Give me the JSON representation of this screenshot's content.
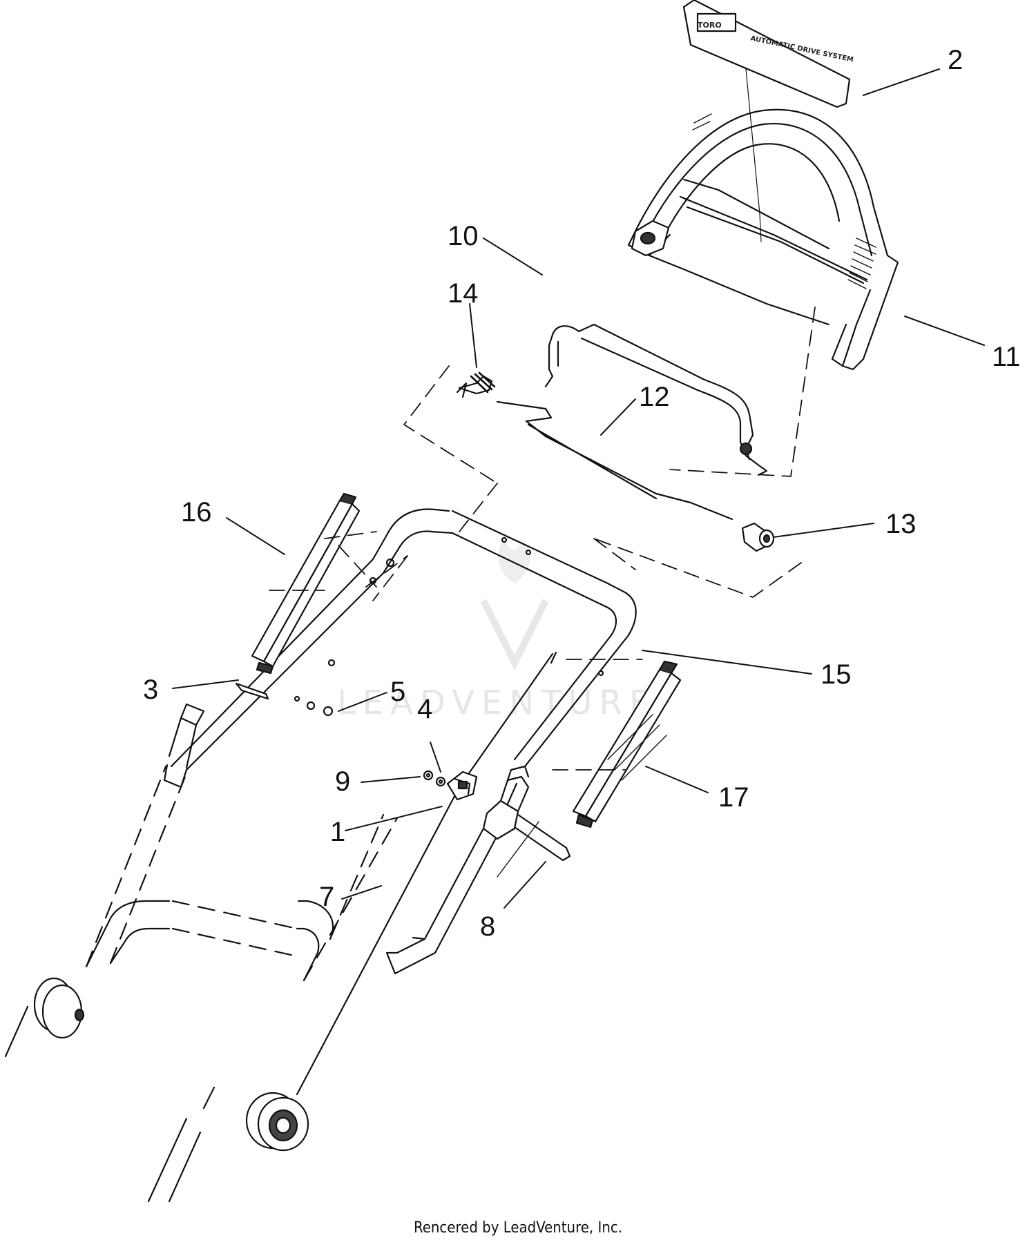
{
  "callouts": [
    {
      "id": "1",
      "label": "1"
    },
    {
      "id": "2",
      "label": "2"
    },
    {
      "id": "3",
      "label": "3"
    },
    {
      "id": "4",
      "label": "4"
    },
    {
      "id": "5",
      "label": "5"
    },
    {
      "id": "7",
      "label": "7"
    },
    {
      "id": "8",
      "label": "8"
    },
    {
      "id": "9",
      "label": "9"
    },
    {
      "id": "10",
      "label": "10"
    },
    {
      "id": "11",
      "label": "11"
    },
    {
      "id": "12",
      "label": "12"
    },
    {
      "id": "13",
      "label": "13"
    },
    {
      "id": "14",
      "label": "14"
    },
    {
      "id": "15",
      "label": "15"
    },
    {
      "id": "16",
      "label": "16"
    },
    {
      "id": "17",
      "label": "17"
    }
  ],
  "watermark": {
    "text": "LEADVENTURE"
  },
  "decal": {
    "brand": "TORO",
    "text": "AUTOMATIC DRIVE SYSTEM"
  },
  "credit": "Rencered by LeadVenture, Inc."
}
